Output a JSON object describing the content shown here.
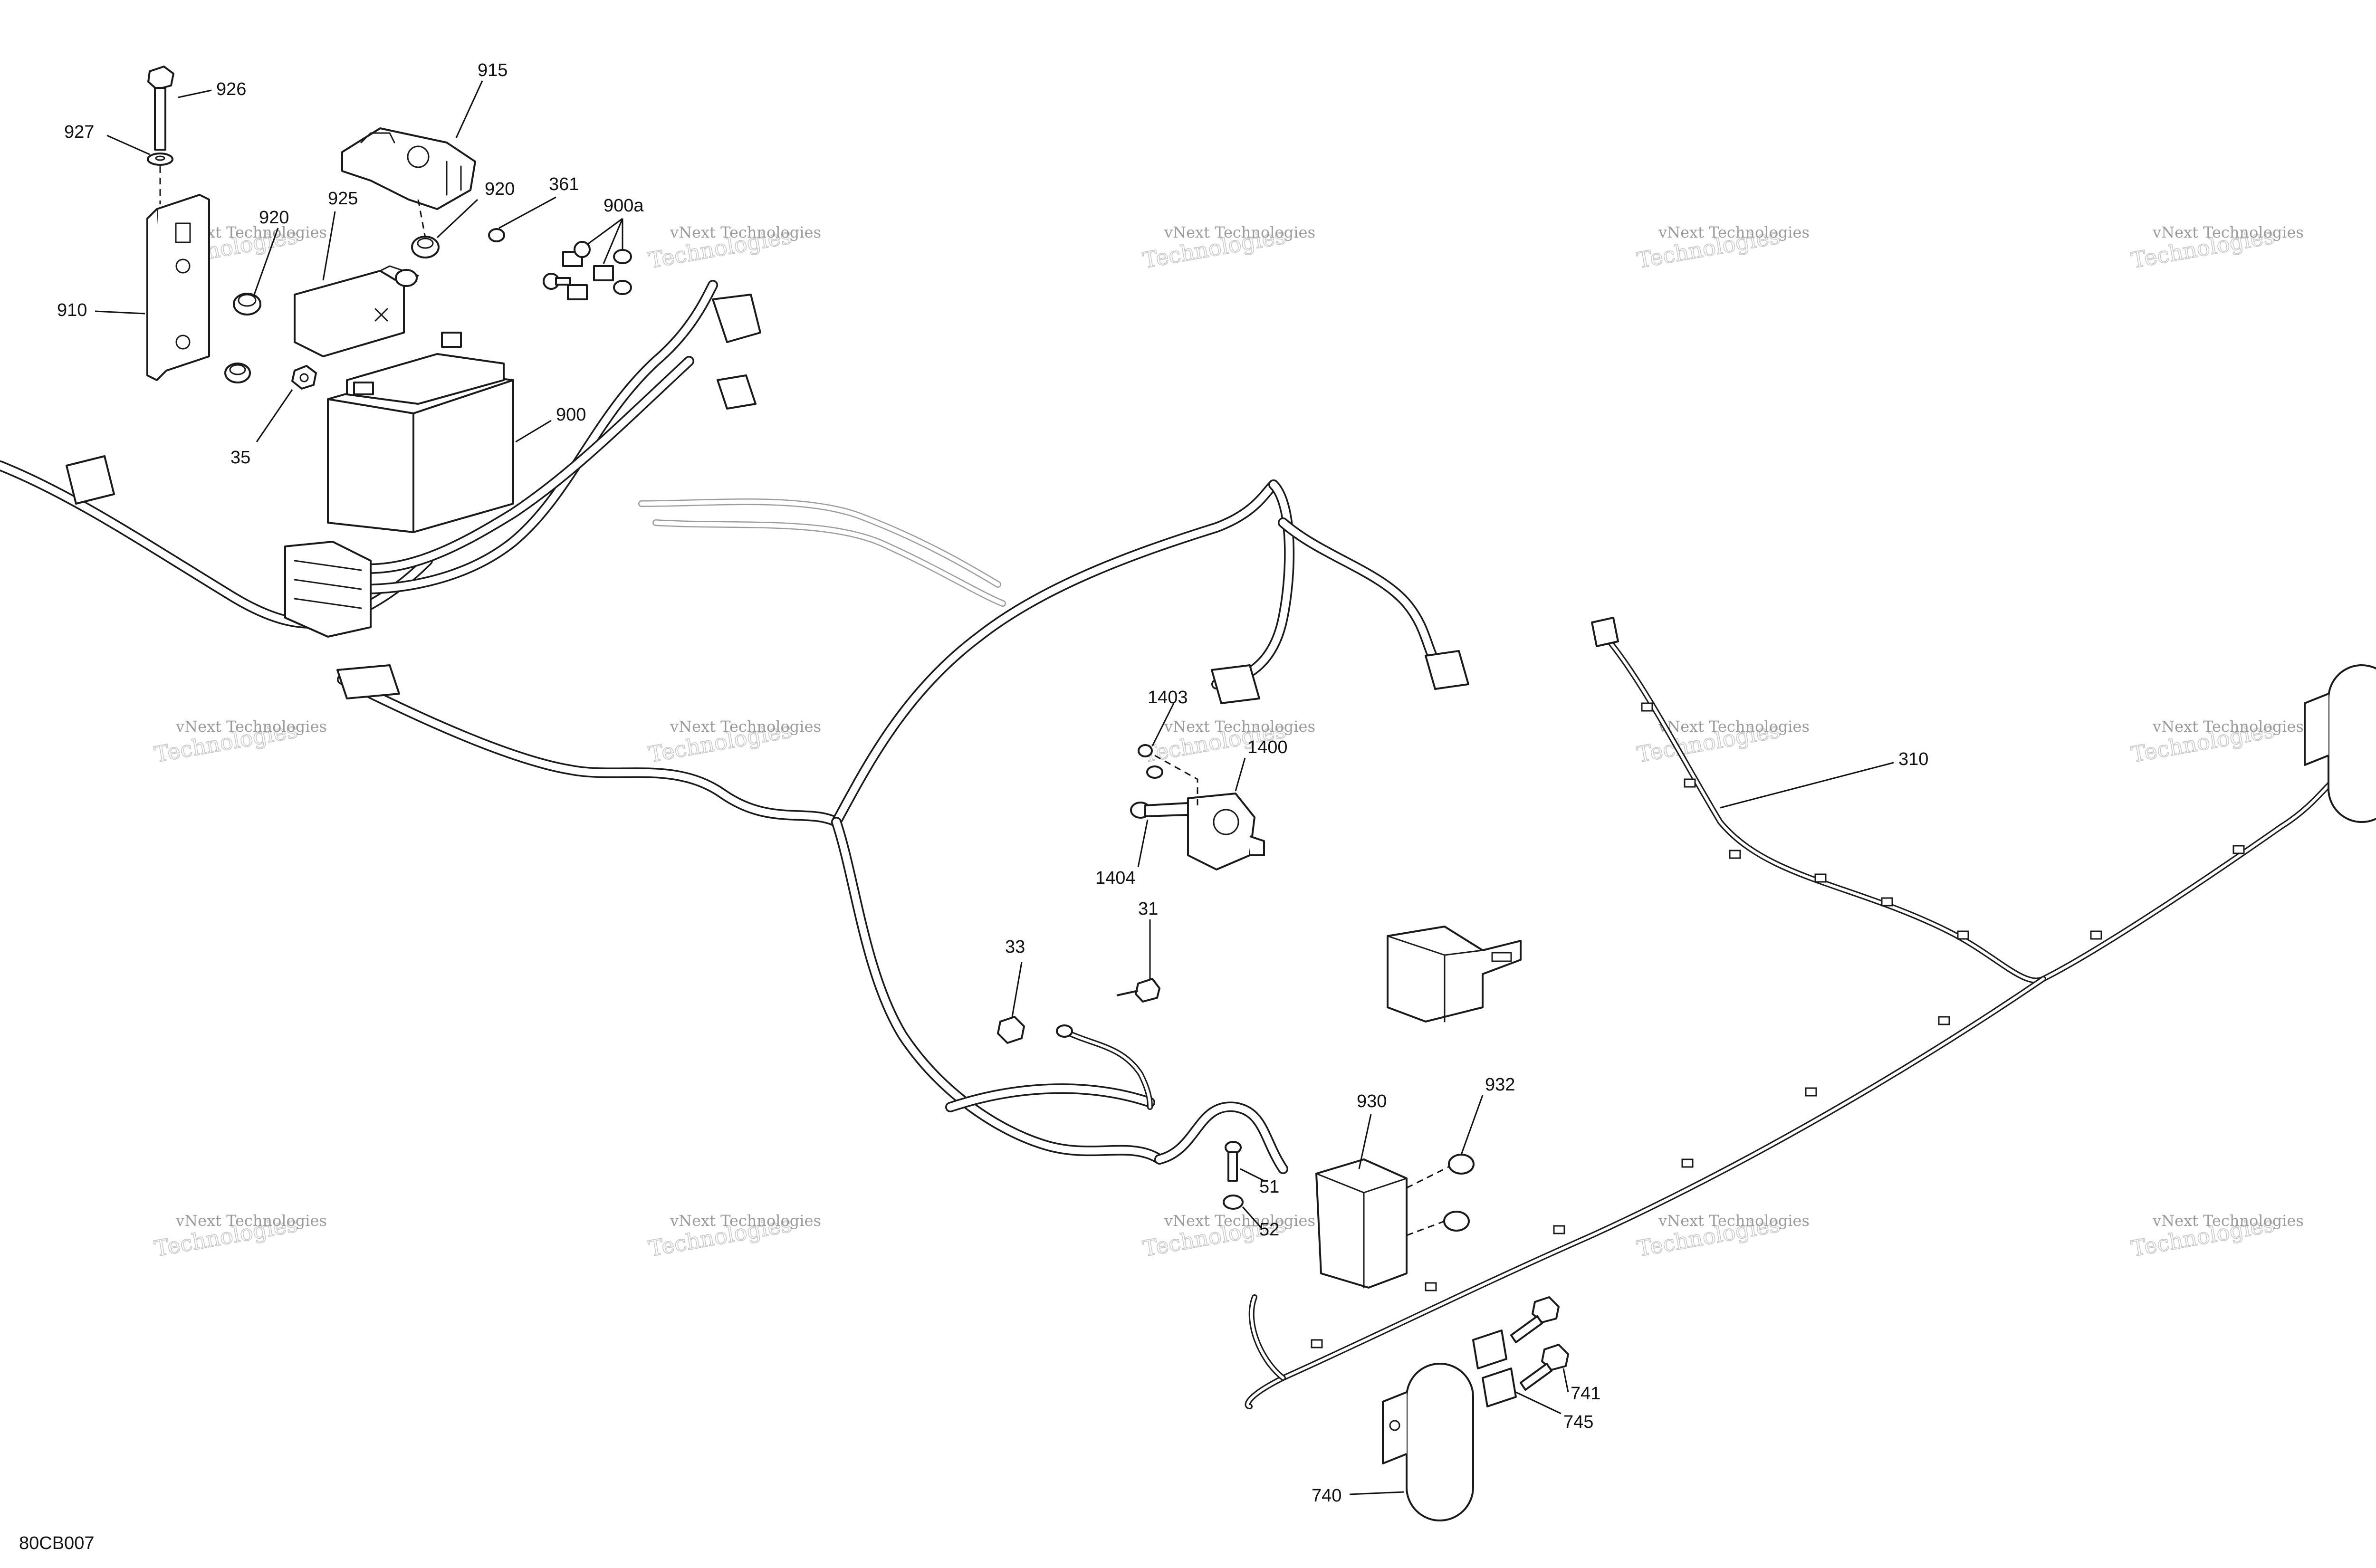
{
  "diagram": {
    "reference_code": "80CB007",
    "callouts": [
      {
        "id": "926",
        "label": "926"
      },
      {
        "id": "927",
        "label": "927"
      },
      {
        "id": "915",
        "label": "915"
      },
      {
        "id": "925",
        "label": "925"
      },
      {
        "id": "920a",
        "label": "920"
      },
      {
        "id": "920b",
        "label": "920"
      },
      {
        "id": "361",
        "label": "361"
      },
      {
        "id": "900a",
        "label": "900a"
      },
      {
        "id": "910",
        "label": "910"
      },
      {
        "id": "35",
        "label": "35"
      },
      {
        "id": "900",
        "label": "900"
      },
      {
        "id": "1403",
        "label": "1403"
      },
      {
        "id": "1400",
        "label": "1400"
      },
      {
        "id": "1404",
        "label": "1404"
      },
      {
        "id": "310",
        "label": "310"
      },
      {
        "id": "33",
        "label": "33"
      },
      {
        "id": "31",
        "label": "31"
      },
      {
        "id": "930",
        "label": "930"
      },
      {
        "id": "932",
        "label": "932"
      },
      {
        "id": "51",
        "label": "51"
      },
      {
        "id": "52",
        "label": "52"
      },
      {
        "id": "741",
        "label": "741"
      },
      {
        "id": "745",
        "label": "745"
      },
      {
        "id": "740",
        "label": "740"
      }
    ],
    "watermark": {
      "line1": "vNext Technologies",
      "line2": "Technologies"
    }
  }
}
